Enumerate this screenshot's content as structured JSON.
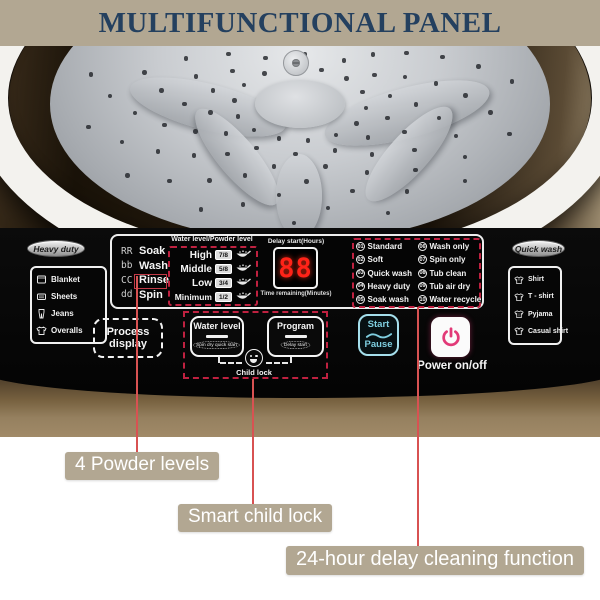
{
  "title": "MULTIFUNCTIONAL PANEL",
  "machine": {
    "left_badge": "Heavy duty",
    "left_list": [
      {
        "icon": "blanket-icon",
        "label": "Blanket"
      },
      {
        "icon": "sheets-icon",
        "label": "Sheets"
      },
      {
        "icon": "jeans-icon",
        "label": "Jeans"
      },
      {
        "icon": "overalls-icon",
        "label": "Overalls"
      }
    ],
    "cycles": [
      {
        "code": "RR",
        "label": "Soak"
      },
      {
        "code": "bb",
        "label": "Wash"
      },
      {
        "code": "CC",
        "label": "Rinse"
      },
      {
        "code": "dd",
        "label": "Spin"
      }
    ],
    "water_panel": {
      "header": "Water level/Powder level",
      "rows": [
        {
          "level": "High",
          "powder": "7/8"
        },
        {
          "level": "Middle",
          "powder": "5/8"
        },
        {
          "level": "Low",
          "powder": "3/4"
        },
        {
          "level": "Minimum",
          "powder": "1/2"
        }
      ]
    },
    "led": {
      "label_top": "Delay start(Hours)",
      "value": "88",
      "label_bottom": "Time remaining(Minutes)"
    },
    "programs": {
      "col1": [
        {
          "num": "01",
          "label": "Standard"
        },
        {
          "num": "02",
          "label": "Soft"
        },
        {
          "num": "03",
          "label": "Quick wash"
        },
        {
          "num": "04",
          "label": "Heavy duty"
        },
        {
          "num": "05",
          "label": "Soak wash"
        }
      ],
      "col2": [
        {
          "num": "06",
          "label": "Wash only"
        },
        {
          "num": "07",
          "label": "Spin only"
        },
        {
          "num": "08",
          "label": "Tub clean"
        },
        {
          "num": "09",
          "label": "Tub air dry"
        },
        {
          "num": "10",
          "label": "Water recycle"
        }
      ]
    },
    "right_badge": "Quick wash",
    "right_list": [
      {
        "icon": "shirt-icon",
        "label": "Shirt"
      },
      {
        "icon": "tshirt-icon",
        "label": "T - shirt"
      },
      {
        "icon": "pyjama-icon",
        "label": "Pyjama"
      },
      {
        "icon": "casual-shirt-icon",
        "label": "Casual shirt"
      }
    ],
    "buttons": {
      "process_line1": "Process",
      "process_line2": "display",
      "water_level": "Water level",
      "water_level_sub": "Spin dry quick start",
      "program": "Program",
      "program_sub": "Delay start",
      "child_lock": "Child lock",
      "start": "Start",
      "pause": "Pause",
      "power": "Power on/off"
    }
  },
  "annotations": {
    "powder": "4 Powder levels",
    "child": "Smart child lock",
    "delay": "24-hour delay cleaning function"
  },
  "colors": {
    "accent_red_dashed": "#bf2140",
    "line_red": "#d85252",
    "led_red": "#ff2318",
    "cyan": "#7fcfe0",
    "magenta": "#e23a78",
    "tan": "#b2a792",
    "title_navy": "#24405f"
  }
}
